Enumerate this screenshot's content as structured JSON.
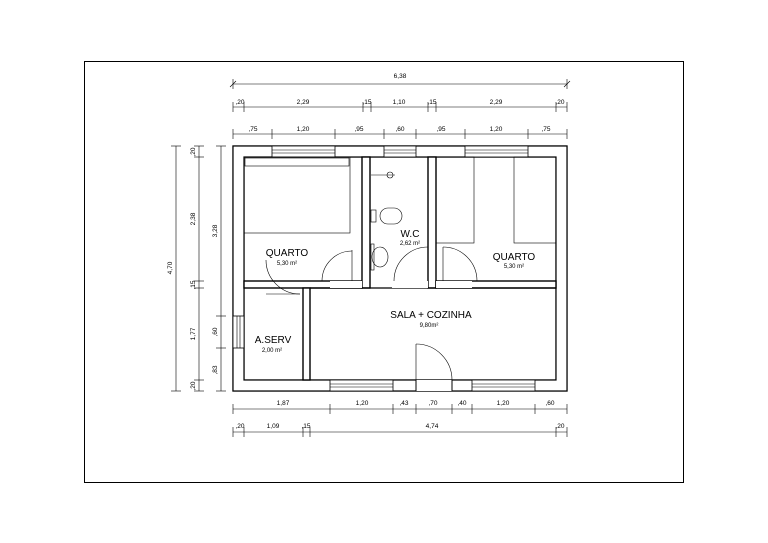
{
  "plan": {
    "overall_width": "6,38",
    "overall_height": "4,70",
    "top_row1": [
      ",20",
      "2,29",
      ",15",
      "1,10",
      ",15",
      "2,29",
      ",20"
    ],
    "top_row2": [
      ",75",
      "1,20",
      ",95",
      ",60",
      ",95",
      "1,20",
      ",75"
    ],
    "bottom_row1": [
      "1,87",
      "1,20",
      ",43",
      ",70",
      ",40",
      "1,20",
      ",60"
    ],
    "bottom_row2": [
      ",20",
      "1,09",
      ",15",
      "4,74",
      ",20"
    ],
    "left_outer": [
      "4,70"
    ],
    "left_mid": [
      ",20",
      "2,38",
      ",15",
      "1,77",
      ",20"
    ],
    "left_inner": [
      "3,28",
      ",60",
      ",83"
    ],
    "rooms": [
      {
        "name": "QUARTO",
        "area": "5,30 m²"
      },
      {
        "name": "W.C",
        "area": "2,62 m²"
      },
      {
        "name": "QUARTO",
        "area": "5,30 m²"
      },
      {
        "name": "SALA + COZINHA",
        "area": "9,80m²"
      },
      {
        "name": "A.SERV",
        "area": "2,00 m²"
      }
    ]
  },
  "colors": {
    "line": "#000000",
    "background": "#ffffff"
  }
}
